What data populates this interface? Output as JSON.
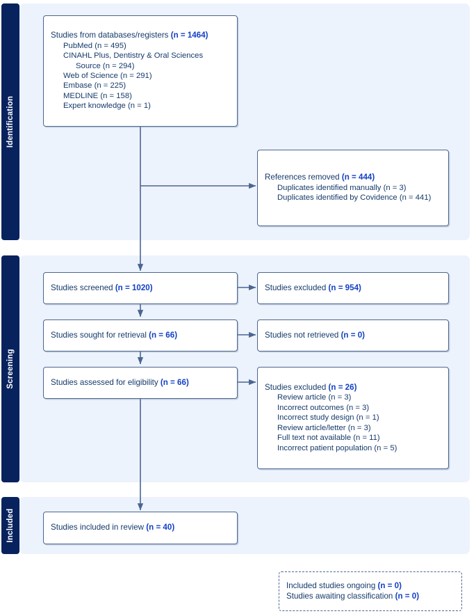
{
  "figure": {
    "type": "prisma-flow-diagram",
    "colors": {
      "band_bg": "#08225e",
      "panel_bg": "#edf3fc",
      "box_border": "#4a6690",
      "text": "#163a6b",
      "count_accent": "#1240c4",
      "page_bg": "#ffffff"
    }
  },
  "bands": [
    {
      "label": "Identification"
    },
    {
      "label": "Screening"
    },
    {
      "label": "Included"
    }
  ],
  "boxes": {
    "identification_sources": {
      "heading_text": "Studies from databases/registers ",
      "heading_count": "(n = 1464)",
      "items": [
        "PubMed (n = 495)",
        "CINAHL Plus, Dentistry & Oral Sciences Source (n = 294)",
        "Web of Science (n = 291)",
        "Embase (n = 225)",
        "MEDLINE (n = 158)",
        "Expert knowledge (n = 1)"
      ]
    },
    "references_removed": {
      "heading_text": "References removed ",
      "heading_count": "(n = 444)",
      "items": [
        "Duplicates identified manually (n = 3)",
        "Duplicates identified by Covidence (n = 441)"
      ]
    },
    "studies_screened": {
      "heading_text": "Studies screened ",
      "heading_count": "(n = 1020)"
    },
    "studies_excluded_screen": {
      "heading_text": "Studies excluded ",
      "heading_count": "(n = 954)"
    },
    "studies_sought": {
      "heading_text": "Studies sought for retrieval ",
      "heading_count": "(n = 66)"
    },
    "studies_not_retrieved": {
      "heading_text": "Studies not retrieved ",
      "heading_count": "(n = 0)"
    },
    "studies_assessed": {
      "heading_text": "Studies assessed for eligibility ",
      "heading_count": "(n = 66)"
    },
    "studies_excluded_eligibility": {
      "heading_text": "Studies excluded ",
      "heading_count": "(n = 26)",
      "items": [
        "Review article (n = 3)",
        "Incorrect outcomes (n = 3)",
        "Incorrect study design (n = 1)",
        "Review article/letter (n = 3)",
        "Full text not available (n = 11)",
        "Incorrect patient population (n = 5)"
      ]
    },
    "studies_included": {
      "heading_text": "Studies included in review ",
      "heading_count": "(n = 40)"
    },
    "ongoing_awaiting": {
      "line1_text": "Included studies ongoing ",
      "line1_count": "(n = 0)",
      "line2_text": "Studies awaiting classification ",
      "line2_count": "(n = 0)"
    }
  }
}
